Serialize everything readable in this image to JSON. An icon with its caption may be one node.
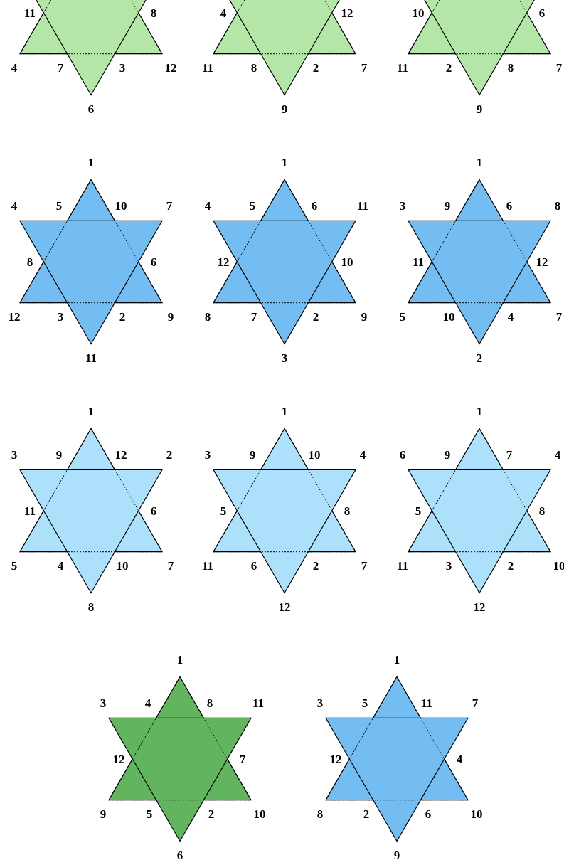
{
  "diagram": {
    "nodes": [
      {
        "text": [
          "11",
          "8",
          "4",
          "7",
          "3",
          "12",
          "6"
        ]
      },
      {
        "text": [
          "4",
          "12",
          "11",
          "8",
          "2",
          "7",
          "9"
        ]
      },
      {
        "text": [
          "10",
          "6",
          "11",
          "2",
          "8",
          "7",
          "9"
        ]
      },
      {
        "text": [
          "1",
          "4",
          "5",
          "10",
          "7",
          "8",
          "6",
          "12",
          "3",
          "2",
          "9",
          "11"
        ]
      },
      {
        "text": [
          "1",
          "4",
          "5",
          "6",
          "11",
          "12",
          "10",
          "8",
          "7",
          "2",
          "9",
          "3"
        ]
      },
      {
        "text": [
          "1",
          "3",
          "9",
          "6",
          "8",
          "11",
          "12",
          "5",
          "10",
          "4",
          "7",
          "2"
        ]
      },
      {
        "text": [
          "1",
          "3",
          "9",
          "12",
          "2",
          "11",
          "6",
          "5",
          "4",
          "10",
          "7",
          "8"
        ]
      },
      {
        "text": [
          "1",
          "3",
          "9",
          "10",
          "4",
          "5",
          "8",
          "11",
          "6",
          "2",
          "7",
          "12"
        ]
      },
      {
        "text": [
          "1",
          "6",
          "9",
          "7",
          "4",
          "5",
          "8",
          "11",
          "3",
          "2",
          "10",
          "12"
        ]
      },
      {
        "text": [
          "1",
          "3",
          "4",
          "8",
          "11",
          "12",
          "7",
          "9",
          "5",
          "2",
          "10",
          "6"
        ]
      },
      {
        "text": [
          "1",
          "3",
          "5",
          "11",
          "7",
          "12",
          "4",
          "8",
          "2",
          "6",
          "10",
          "9"
        ]
      }
    ]
  }
}
